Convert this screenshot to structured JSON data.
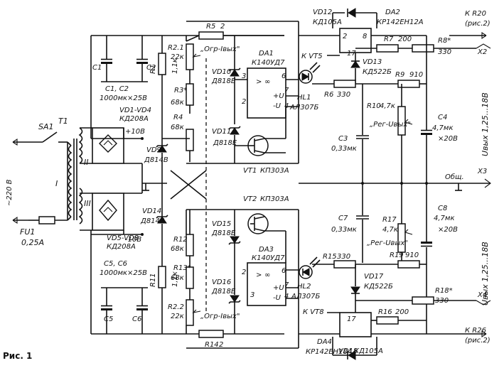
{
  "figure_label": "Рис. 1",
  "labels": {
    "sa1": "SA1",
    "t1": "T1",
    "mains": "~220 В",
    "winding_i": "I",
    "winding_ii": "II",
    "winding_iii": "III",
    "fu1": "FU1",
    "fu1_val": "0,25А",
    "vd1_vd4": "VD1-VD4",
    "kd208a_top": "КД208А",
    "vd5_vd8": "VD5-VD8",
    "kd208a_bot": "КД208А",
    "plus10": "+10В",
    "minus10": "-10В",
    "vd9": "VD9",
    "vd9_t": "Д814В",
    "vd14": "VD14",
    "vd14_t": "Д814В",
    "c1": "C1",
    "c2": "C2",
    "c1c2": "C1, C2",
    "c1c2_val": "1000мк×25В",
    "c5": "C5",
    "c6": "C6",
    "c5c6": "C5, C6",
    "c5c6_val": "1000мк×25В",
    "r1": "R1",
    "r1_val": "1,1к",
    "r11": "R11",
    "r11_val": "1,1к",
    "r5": "R5",
    "r5_val": "2",
    "r14": "R14",
    "r14_val": "2",
    "r21": "R2.1",
    "r21_val": "22к",
    "r22": "R2.2",
    "r22_val": "22к",
    "ogr_top": "„Огр-Iвых\"",
    "ogr_bot": "„Огр-Iвых\"",
    "r3": "R3*",
    "r3_val": "68к",
    "r4": "R4",
    "r4_val": "68к",
    "r12": "R12",
    "r12_val": "68к",
    "r13": "R13*",
    "r13_val": "68к",
    "vd10": "VD10",
    "vd10_t": "Д818Е",
    "vd11": "VD11",
    "vd11_t": "Д818Е",
    "vd15": "VD15",
    "vd15_t": "Д818Е",
    "vd16": "VD16",
    "vd16_t": "Д818Е",
    "da1": "DA1",
    "da1_t": "К140УД7",
    "da3": "DA3",
    "da3_t": "К140УД7",
    "vt1": "VT1",
    "vt1_t": "КП303А",
    "vt2": "VT2",
    "vt2_t": "КП303А",
    "vd12": "VD12",
    "vd12_t": "КД105А",
    "da2": "DA2",
    "da2_t": "КР142ЕН12А",
    "vd18": "VD18",
    "vd18_t": "КД105А",
    "da4": "DA4",
    "da4_t": "КР142ЕН18А",
    "k_vt5": "К VT5",
    "k_vt8": "К VT8",
    "k_r20": "К R20",
    "k_r26": "К R26",
    "ris2": "(рис.2)",
    "r7": "R7",
    "r7_val": "200",
    "r16": "R16",
    "r16_val": "200",
    "r8": "R8*",
    "r8_val": "330",
    "r18": "R18*",
    "r18_val": "330",
    "vd13": "VD13",
    "vd13_t": "КД522Б",
    "vd17": "VD17",
    "vd17_t": "КД522Б",
    "hl1": "HL1",
    "hl1_t": "АЛ307Б",
    "hl2": "HL2",
    "hl2_t": "АЛ307Б",
    "r6": "R6",
    "r6_val": "330",
    "r15": "R15",
    "r15_val": "330",
    "r9": "R9",
    "r9_val": "910",
    "r19": "R19",
    "r19_val": "910",
    "r10": "R10",
    "r10_val": "4,7к",
    "r17": "R17",
    "r17_val": "4,7к",
    "reg_top": "„Рег-Uвых\"",
    "reg_bot": "„Рег-Uвых\"",
    "c3": "C3",
    "c3_val": "0,33мк",
    "c7": "C7",
    "c7_val": "0,33мк",
    "c4": "C4",
    "c4_val": "4,7мк",
    "c4_v": "×20В",
    "c8": "C8",
    "c8_val": "4,7мк",
    "c8_v": "×20В",
    "x2": "X2",
    "x3": "X3",
    "x4": "X4",
    "obsh": "Общ.",
    "uout_top": "Uвых 1,25...18В",
    "uout_bot": "Uвых 1,25...18В",
    "pin17": "17",
    "pin8": "8",
    "pin2": "2",
    "pin3": "3",
    "pin4": "4",
    "pin6": "6",
    "pin7": "7"
  }
}
